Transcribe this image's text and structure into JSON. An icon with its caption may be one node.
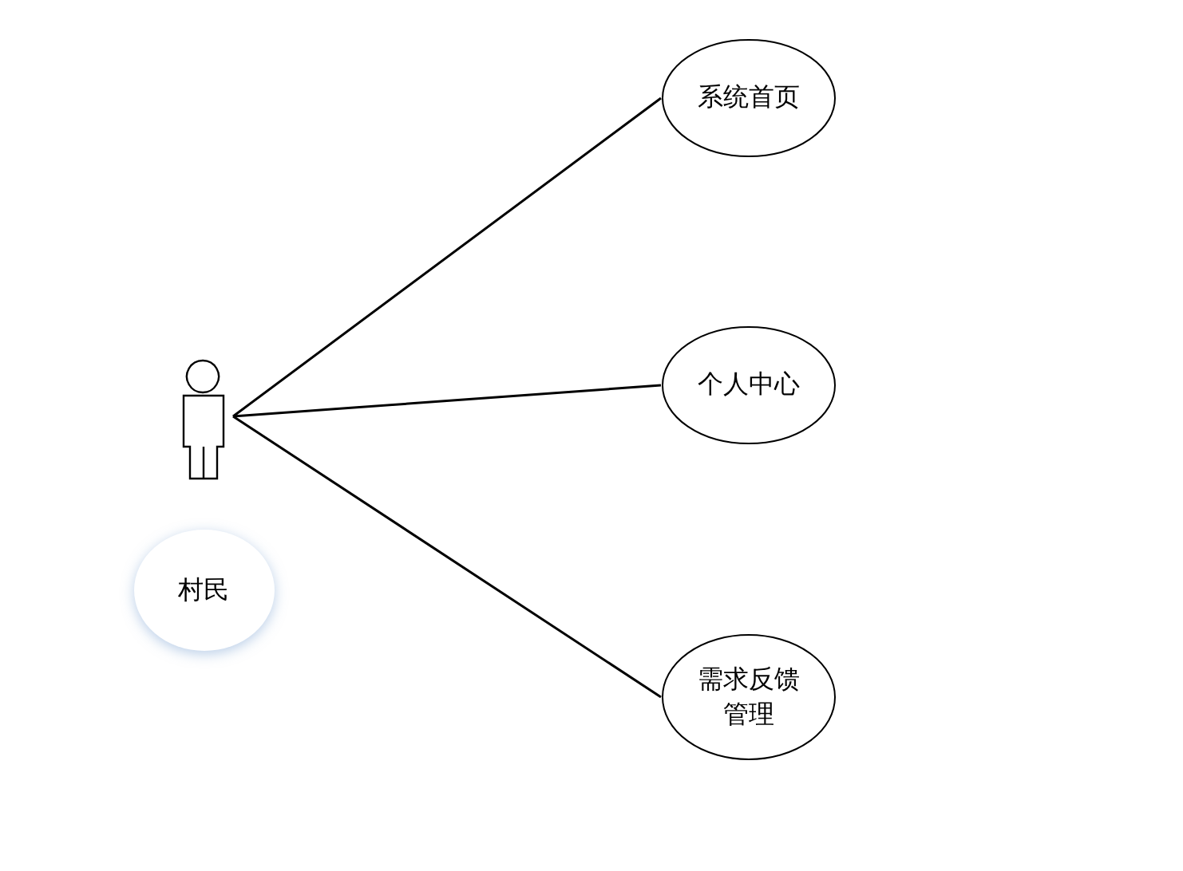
{
  "diagram": {
    "nodes": [
      {
        "text": [],
        "shape": "person",
        "beside": [
          "村民"
        ]
      },
      {
        "text": [
          "系统首页"
        ]
      },
      {
        "text": [
          "个人中心"
        ]
      },
      {
        "text": [
          "需求反馈管理"
        ]
      }
    ],
    "edges": [
      {
        "from": 0,
        "to": 1,
        "arrow": "none"
      },
      {
        "from": 0,
        "to": 2,
        "arrow": "none"
      },
      {
        "from": 0,
        "to": 3,
        "arrow": "none"
      }
    ]
  }
}
